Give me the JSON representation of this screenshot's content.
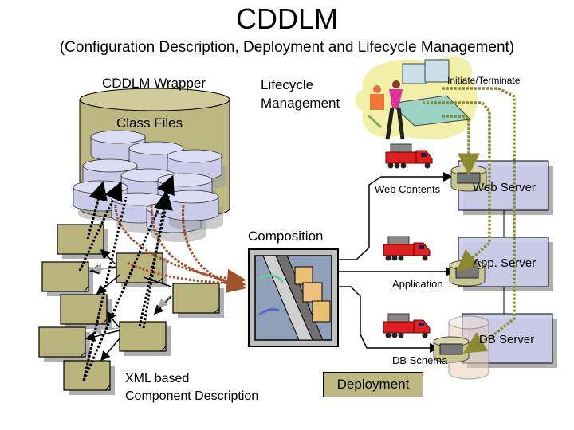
{
  "title": "CDDLM",
  "subtitle": "(Configuration Description, Deployment and Lifecycle Management)",
  "labels": {
    "wrapper": "CDDLM Wrapper",
    "class_files": "Class Files",
    "lifecycle_line1": "Lifecycle",
    "lifecycle_line2": "Management",
    "initiate_terminate": "Initiate/Terminate",
    "composition": "Composition",
    "xml_line1": "XML based",
    "xml_line2": "Component Description",
    "deployment": "Deployment"
  },
  "deliverables": [
    {
      "label": "Web Contents"
    },
    {
      "label": "Application"
    },
    {
      "label": "DB Schema"
    }
  ],
  "servers": [
    {
      "label": "Web Server"
    },
    {
      "label": "App. Server"
    },
    {
      "label": "DB Server"
    }
  ],
  "colors": {
    "olive": "#b8b47c",
    "olive_dark": "#7c7a3a",
    "lavender": "#c9cbe8",
    "server_fill": "#ccccec",
    "shadow": "#b0b0b0",
    "dotted_olive": "#8a8a30",
    "dotted_brown": "#a0522d",
    "truck_red": "#e02020"
  }
}
